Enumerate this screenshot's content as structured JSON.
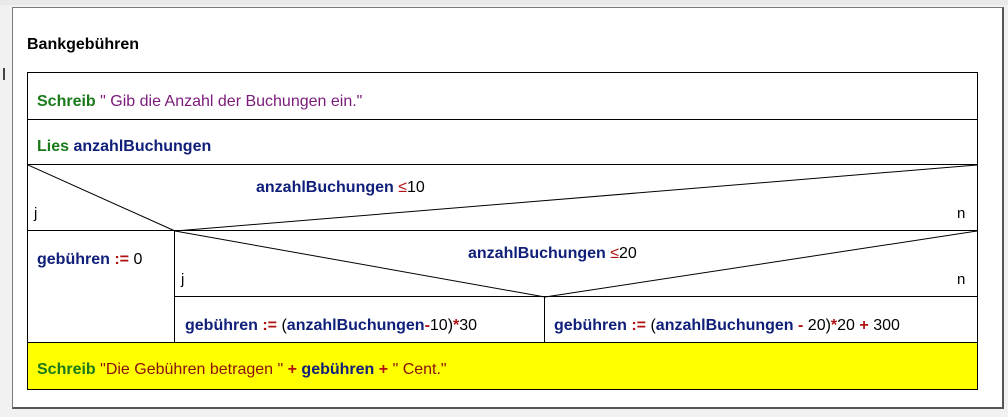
{
  "title": "Bankgebühren",
  "row1": {
    "keyword": "Schreib",
    "text": "\" Gib die Anzahl der Buchungen ein.\""
  },
  "row2": {
    "keyword": "Lies",
    "variable": "anzahlBuchungen"
  },
  "cond1": {
    "variable": "anzahlBuchungen",
    "operator": "≤",
    "value": "10",
    "yes": "j",
    "no": "n"
  },
  "branch_yes1": {
    "variable": "gebühren",
    "assign": ":=",
    "value": "0"
  },
  "cond2": {
    "variable": "anzahlBuchungen",
    "operator": "≤",
    "value": "20",
    "yes": "j",
    "no": "n"
  },
  "branch_yes2": {
    "variable": "gebühren",
    "assign": ":=",
    "paren_open": "(",
    "inner_var": "anzahlBuchungen",
    "minus": "-",
    "minus_value": "10)",
    "times": "*",
    "times_value": "30"
  },
  "branch_no2": {
    "variable": "gebühren",
    "assign": ":=",
    "paren_open": "(",
    "inner_var": "anzahlBuchungen",
    "minus": " - ",
    "minus_value": "20)",
    "times": "*",
    "times_value": "20 ",
    "plus": "+",
    "plus_value": " 300"
  },
  "row_last": {
    "keyword": "Schreib",
    "text1": "\"Die Gebühren betragen \"",
    "plus1": "+",
    "variable": "gebühren",
    "plus2": "+",
    "text2": "\" Cent.\""
  },
  "colors": {
    "keyword": "#1a7a1a",
    "variable": "#10207a",
    "operator": "#b01010",
    "string": "#7a1a7a",
    "highlight": "#ffff00"
  }
}
